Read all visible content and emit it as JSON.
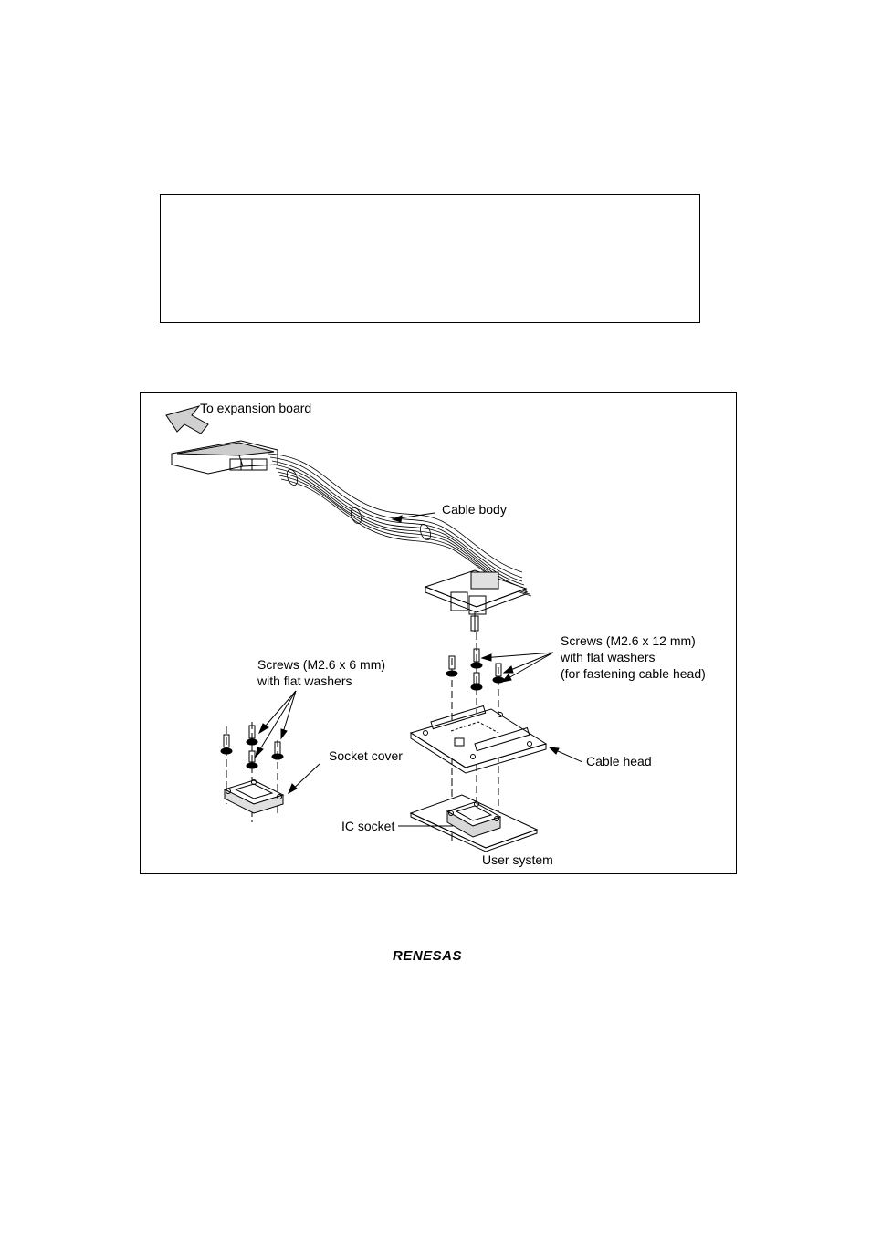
{
  "figure": {
    "labels": {
      "to_expansion_board": "To expansion board",
      "cable_body": "Cable body",
      "screws_12_line1": "Screws (M2.6 x 12 mm)",
      "screws_12_line2": "with flat washers",
      "screws_12_line3": "(for fastening cable head)",
      "screws_6_line1": "Screws (M2.6 x 6 mm)",
      "screws_6_line2": "with flat washers",
      "socket_cover": "Socket cover",
      "cable_head": "Cable head",
      "ic_socket": "IC socket",
      "user_system": "User system"
    }
  },
  "footer": {
    "logo_text": "RENESAS"
  }
}
